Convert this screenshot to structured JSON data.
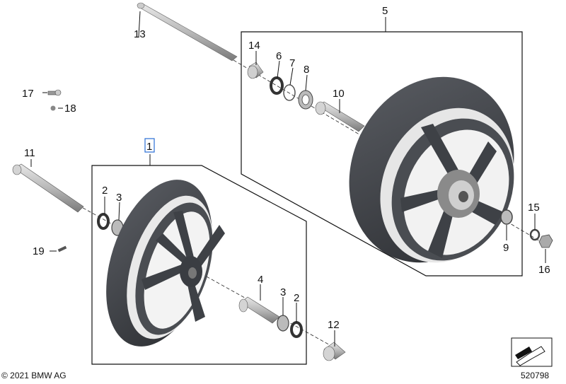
{
  "labels": {
    "p1": "1",
    "p2a": "2",
    "p2b": "2",
    "p3a": "3",
    "p3b": "3",
    "p4": "4",
    "p5": "5",
    "p6": "6",
    "p7": "7",
    "p8": "8",
    "p9": "9",
    "p10": "10",
    "p11": "11",
    "p12": "12",
    "p13": "13",
    "p14": "14",
    "p15": "15",
    "p16": "16",
    "p17": "17",
    "p18": "18",
    "p19": "19"
  },
  "footer": {
    "copyright": "© 2021 BMW AG",
    "doc_number": "520798"
  },
  "colors": {
    "highlight": "#2a6fd6",
    "wheel": "#3a3d42",
    "line": "#111111"
  }
}
